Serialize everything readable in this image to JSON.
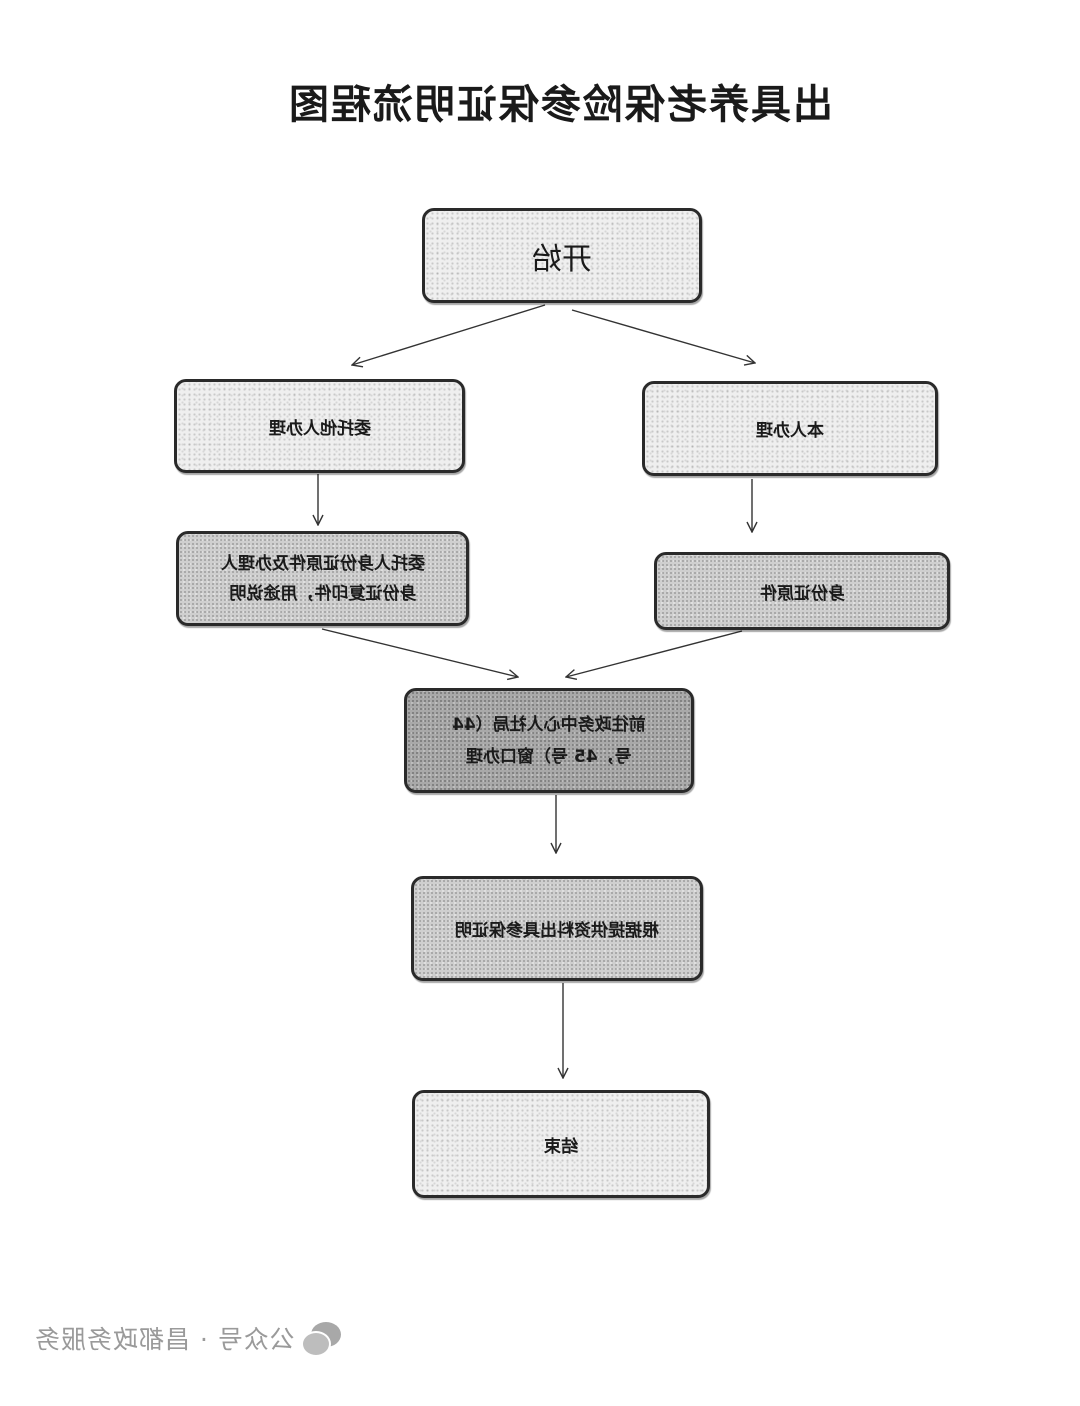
{
  "title": "出具养老保险参保证明流程图",
  "flow": {
    "start": "开始",
    "proxy": "委托他人办理",
    "self": "本人办理",
    "proxy_docs": "委托人身份证原件及办理人\n身份证复印件，用途说明",
    "self_docs": "身份证原件",
    "visit": "前往政务中心人社局（44\n号，45 号）窗口办理",
    "issue": "根据提供资料出具参保证明",
    "end": "结束"
  },
  "watermark": {
    "icon": "wechat-icon",
    "text": "公众号 · 昌都政务服务"
  }
}
